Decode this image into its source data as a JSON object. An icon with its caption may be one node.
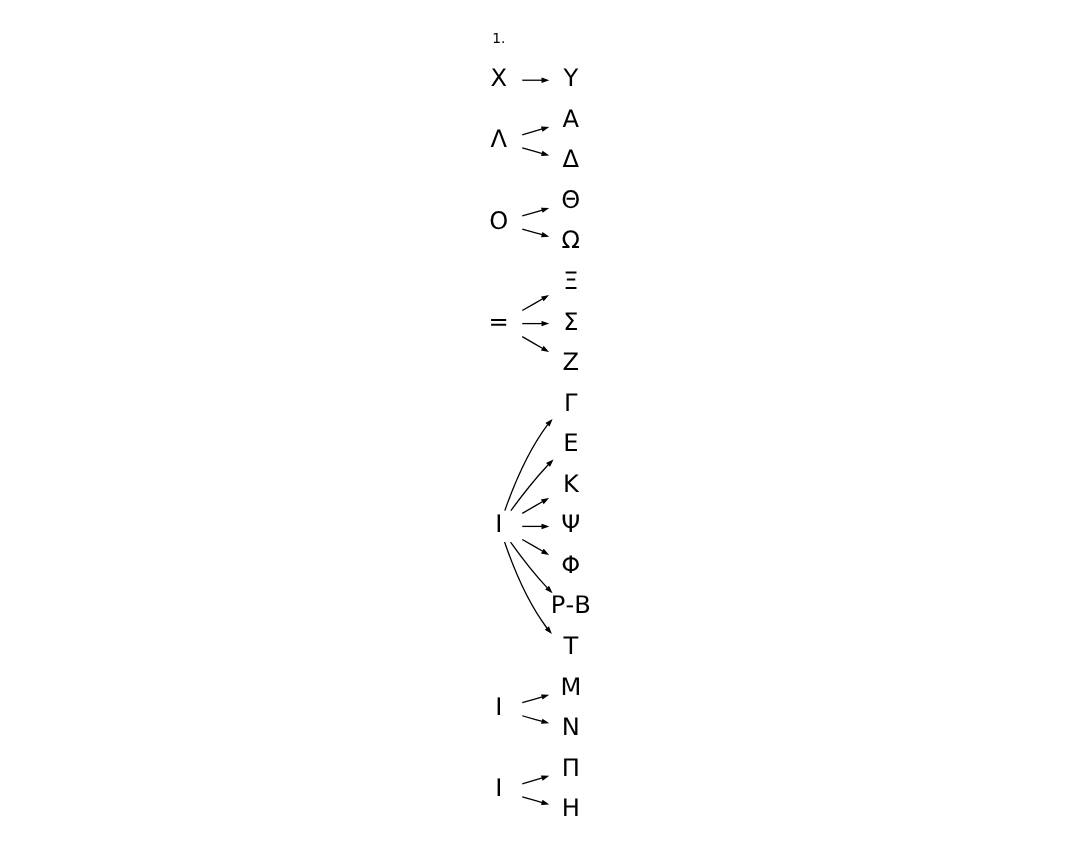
{
  "diagram": {
    "nodes": [
      {
        "text": [
          "Π"
        ]
      },
      {
        "text": [
          "Η"
        ]
      },
      {
        "text": [
          "Ι"
        ]
      },
      {
        "text": [
          "Ι"
        ]
      },
      {
        "text": [
          "Μ"
        ]
      },
      {
        "text": [
          "Ν"
        ]
      },
      {
        "text": [
          "Γ"
        ]
      },
      {
        "text": [
          "Ε"
        ]
      },
      {
        "text": [
          "Κ"
        ]
      },
      {
        "text": [
          "Ι"
        ]
      },
      {
        "text": [
          "Ψ"
        ]
      },
      {
        "text": [
          "Φ"
        ]
      },
      {
        "text": [
          "Ρ-Β"
        ]
      },
      {
        "text": [
          "Τ"
        ]
      },
      {
        "text": [
          "Ξ"
        ]
      },
      {
        "text": [
          "="
        ]
      },
      {
        "text": [
          "Σ"
        ]
      },
      {
        "text": [
          "Ζ"
        ]
      },
      {
        "text": [
          "Ο"
        ]
      },
      {
        "text": [
          "Θ"
        ]
      },
      {
        "text": [
          "Ω"
        ]
      },
      {
        "text": [
          "Α"
        ]
      },
      {
        "text": [
          "Λ"
        ]
      },
      {
        "text": [
          "Δ"
        ]
      },
      {
        "text": [
          "Χ"
        ]
      },
      {
        "text": [
          "Υ"
        ]
      }
    ],
    "edges": [
      {
        "from": 2,
        "to": 0,
        "arrow": "to"
      },
      {
        "from": 2,
        "to": 1,
        "arrow": "to"
      },
      {
        "from": 3,
        "to": 4,
        "arrow": "to"
      },
      {
        "from": 3,
        "to": 5,
        "arrow": "to"
      },
      {
        "from": 9,
        "to": 6,
        "arrow": "to"
      },
      {
        "from": 9,
        "to": 7,
        "arrow": "to"
      },
      {
        "from": 9,
        "to": 8,
        "arrow": "to"
      },
      {
        "from": 9,
        "to": 10,
        "arrow": "to"
      },
      {
        "from": 9,
        "to": 11,
        "arrow": "to"
      },
      {
        "from": 9,
        "to": 12,
        "arrow": "to"
      },
      {
        "from": 9,
        "to": 13,
        "arrow": "to"
      },
      {
        "from": 15,
        "to": 14,
        "arrow": "to"
      },
      {
        "from": 15,
        "to": 16,
        "arrow": "to"
      },
      {
        "from": 15,
        "to": 17,
        "arrow": "to"
      },
      {
        "from": 18,
        "to": 19,
        "arrow": "to"
      },
      {
        "from": 18,
        "to": 20,
        "arrow": "to"
      },
      {
        "from": 22,
        "to": 21,
        "arrow": "to"
      },
      {
        "from": 22,
        "to": 23,
        "arrow": "to"
      },
      {
        "from": 24,
        "to": 25,
        "arrow": "to"
      }
    ],
    "labels": [
      "1."
    ]
  }
}
